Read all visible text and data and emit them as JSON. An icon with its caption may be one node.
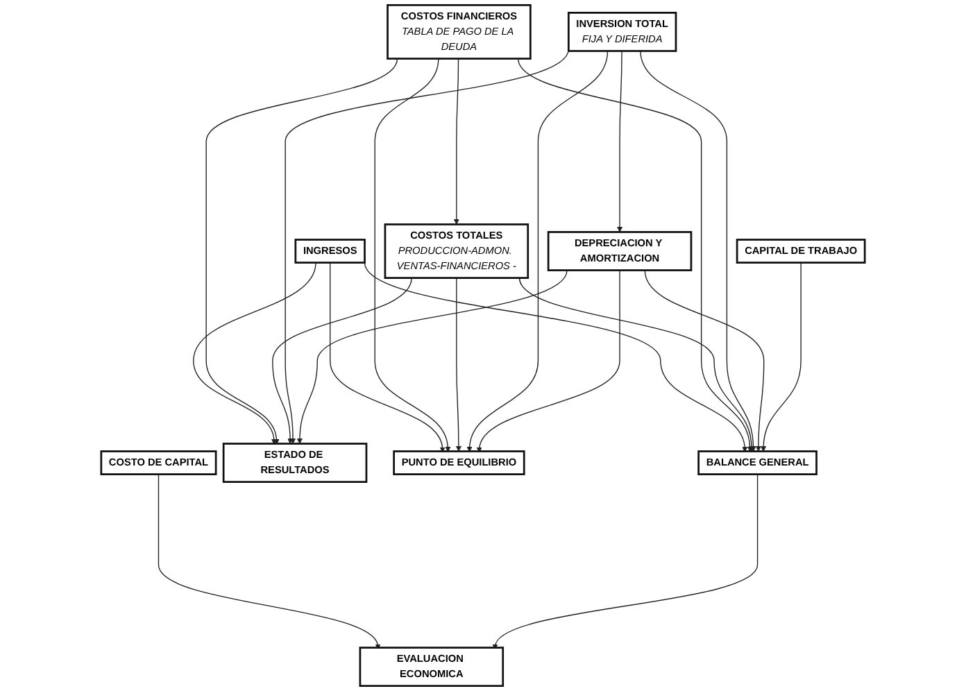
{
  "diagram": {
    "nodes": [
      {
        "text": [
          "INGRESOS"
        ]
      },
      {
        "text": [
          "COSTOS FINANCIEROS",
          "TABLA DE PAGO DE LA DEUDA"
        ]
      },
      {
        "text": [
          "COSTOS TOTALES",
          "PRODUCCION-ADMON. VENTAS-FINANCIEROS -"
        ]
      },
      {
        "text": [
          "INVERSION TOTAL",
          "FIJA Y DIFERIDA"
        ]
      },
      {
        "text": [
          "DEPRECIACION Y AMORTIZACION"
        ]
      },
      {
        "text": [
          "CAPITAL DE TRABAJO"
        ]
      },
      {
        "text": [
          "COSTO DE CAPITAL"
        ]
      },
      {
        "text": [
          "ESTADO DE RESULTADOS"
        ]
      },
      {
        "text": [
          "PUNTO DE EQUILIBRIO"
        ]
      },
      {
        "text": [
          "BALANCE GENERAL"
        ]
      },
      {
        "text": [
          "EVALUACION ECONOMICA"
        ]
      }
    ],
    "edges": [
      {
        "from": 1,
        "to": 2,
        "arrow": "to"
      },
      {
        "from": 3,
        "to": 4,
        "arrow": "to"
      },
      {
        "from": 0,
        "to": 7,
        "arrow": "to"
      },
      {
        "from": 0,
        "to": 8,
        "arrow": "to"
      },
      {
        "from": 0,
        "to": 9,
        "arrow": "to"
      },
      {
        "from": 1,
        "to": 7,
        "arrow": "to"
      },
      {
        "from": 1,
        "to": 8,
        "arrow": "to"
      },
      {
        "from": 1,
        "to": 9,
        "arrow": "to"
      },
      {
        "from": 2,
        "to": 7,
        "arrow": "to"
      },
      {
        "from": 2,
        "to": 8,
        "arrow": "to"
      },
      {
        "from": 2,
        "to": 9,
        "arrow": "to"
      },
      {
        "from": 3,
        "to": 7,
        "arrow": "to"
      },
      {
        "from": 3,
        "to": 8,
        "arrow": "to"
      },
      {
        "from": 3,
        "to": 9,
        "arrow": "to"
      },
      {
        "from": 4,
        "to": 7,
        "arrow": "to"
      },
      {
        "from": 4,
        "to": 8,
        "arrow": "to"
      },
      {
        "from": 4,
        "to": 9,
        "arrow": "to"
      },
      {
        "from": 5,
        "to": 9,
        "arrow": "to"
      },
      {
        "from": 6,
        "to": 10,
        "arrow": "to"
      },
      {
        "from": 9,
        "to": 10,
        "arrow": "to"
      }
    ]
  }
}
